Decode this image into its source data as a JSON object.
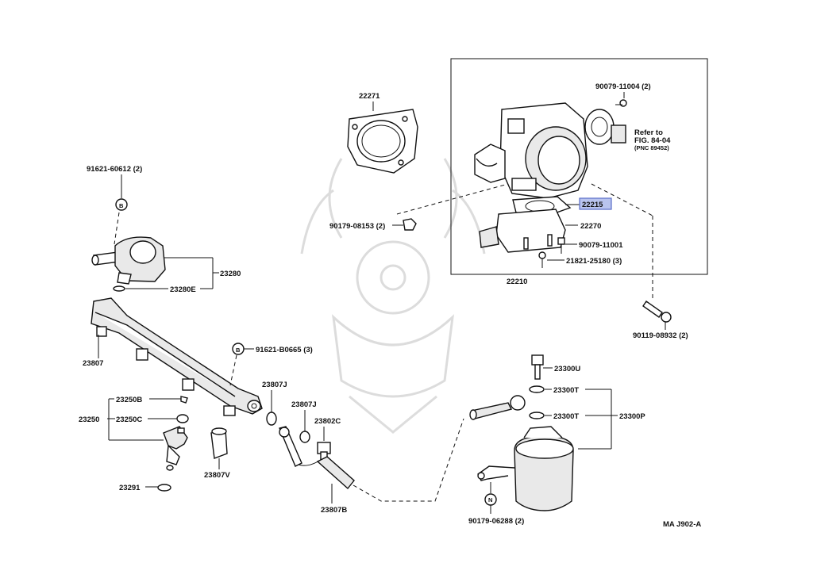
{
  "diagram": {
    "code": "MA J902-A",
    "highlight_color": "#b9c4ee",
    "reference_note": {
      "line1": "Refer to",
      "line2": "FIG. 84-04",
      "line3": "(PNC 89452)"
    },
    "labels": {
      "p22271": "22271",
      "p91621_60612": "91621-60612 (2)",
      "b_top": "B",
      "p90179_08153": "90179-08153 (2)",
      "p23280": "23280",
      "p23280e": "23280E",
      "p90079_11004": "90079-11004 (2)",
      "p22215": "22215",
      "p22270": "22270",
      "p90079_11001": "90079-11001",
      "p21821_25180": "21821-25180 (3)",
      "p22210": "22210",
      "p90119_08932": "90119-08932 (2)",
      "p23807": "23807",
      "b_mid": "B",
      "p91621_b0665": "91621-B0665 (3)",
      "p23807j_a": "23807J",
      "p23807j_b": "23807J",
      "p23802c": "23802C",
      "p23250b": "23250B",
      "p23250": "23250",
      "p23250c": "23250C",
      "p23807v": "23807V",
      "p23291": "23291",
      "p23807b": "23807B",
      "p23300u": "23300U",
      "p23300t_a": "23300T",
      "p23300t_b": "23300T",
      "p23300p": "23300P",
      "n_mark": "N",
      "p90179_06288": "90179-06288 (2)"
    }
  }
}
